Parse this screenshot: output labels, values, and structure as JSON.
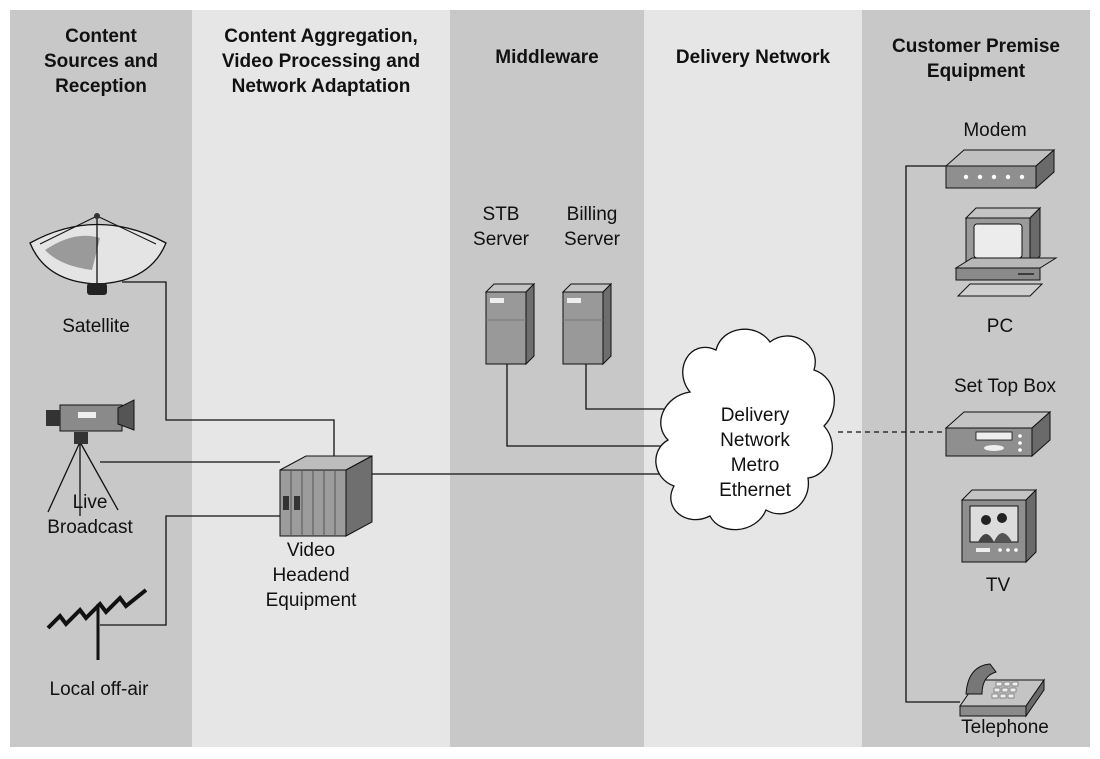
{
  "columns": [
    {
      "id": "sources",
      "header": [
        "Content",
        "Sources and",
        "Reception"
      ],
      "shade": "#c8c8c8"
    },
    {
      "id": "aggregation",
      "header": [
        "Content Aggregation,",
        "Video Processing and",
        "Network Adaptation"
      ],
      "shade": "#e6e6e6"
    },
    {
      "id": "middleware",
      "header": [
        "Middleware"
      ],
      "shade": "#c8c8c8"
    },
    {
      "id": "delivery",
      "header": [
        "Delivery Network"
      ],
      "shade": "#e6e6e6"
    },
    {
      "id": "cpe",
      "header": [
        "Customer Premise",
        "Equipment"
      ],
      "shade": "#c8c8c8"
    }
  ],
  "nodes": {
    "satellite": {
      "label": [
        "Satellite"
      ],
      "icon": "satellite-dish-icon"
    },
    "live_broadcast": {
      "label": [
        "Live",
        "Broadcast"
      ],
      "icon": "video-camera-icon"
    },
    "local_off_air": {
      "label": [
        "Local off-air"
      ],
      "icon": "antenna-icon"
    },
    "headend": {
      "label": [
        "Video",
        "Headend",
        "Equipment"
      ],
      "icon": "headend-rack-icon"
    },
    "stb_server": {
      "label": [
        "STB",
        "Server"
      ],
      "icon": "server-tower-icon"
    },
    "billing_server": {
      "label": [
        "Billing",
        "Server"
      ],
      "icon": "server-tower-icon"
    },
    "cloud": {
      "label": [
        "Delivery",
        "Network",
        "Metro",
        "Ethernet"
      ],
      "icon": "cloud-icon"
    },
    "modem": {
      "label": [
        "Modem"
      ],
      "icon": "modem-icon"
    },
    "pc": {
      "label": [
        "PC"
      ],
      "icon": "pc-icon"
    },
    "set_top_box": {
      "label": [
        "Set Top Box"
      ],
      "icon": "set-top-box-icon"
    },
    "tv": {
      "label": [
        "TV"
      ],
      "icon": "tv-icon"
    },
    "telephone": {
      "label": [
        "Telephone"
      ],
      "icon": "telephone-icon"
    }
  },
  "connections": [
    {
      "from": "satellite",
      "to": "headend",
      "style": "solid"
    },
    {
      "from": "live_broadcast",
      "to": "headend",
      "style": "solid"
    },
    {
      "from": "local_off_air",
      "to": "headend",
      "style": "solid"
    },
    {
      "from": "headend",
      "to": "cloud",
      "style": "solid"
    },
    {
      "from": "stb_server",
      "to": "cloud",
      "style": "solid"
    },
    {
      "from": "billing_server",
      "to": "cloud",
      "style": "solid"
    },
    {
      "from": "cloud",
      "to": "set_top_box",
      "style": "dashed"
    },
    {
      "from": "modem",
      "to": "telephone",
      "style": "solid"
    }
  ]
}
